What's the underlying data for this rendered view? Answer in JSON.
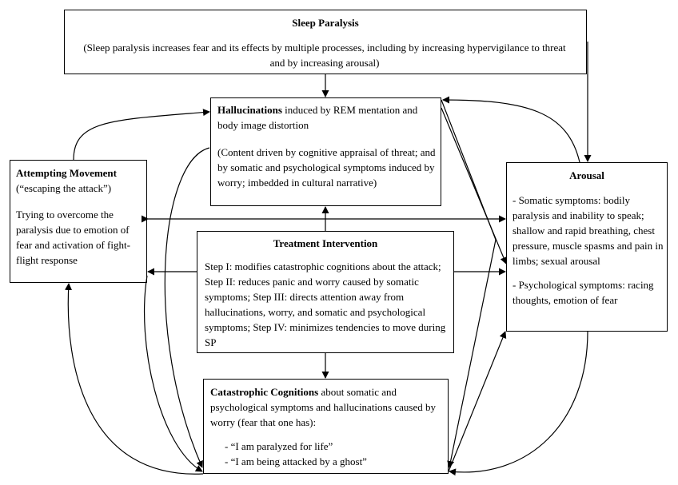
{
  "sleep_paralysis": {
    "title": "Sleep Paralysis",
    "body": "(Sleep paralysis increases fear and its effects by multiple processes, including by increasing hypervigilance to threat and by increasing arousal)"
  },
  "hallucinations": {
    "title": "Hallucinations",
    "title_rest": " induced by REM mentation and body image distortion",
    "body": "(Content driven by cognitive appraisal of threat; and by somatic and psychological symptoms induced by worry; imbedded in cultural narrative)"
  },
  "attempting_movement": {
    "title": "Attempting Movement",
    "subtitle": "(“escaping the attack”)",
    "body": "Trying to overcome the paralysis due to emotion of fear and activation of fight-flight response"
  },
  "arousal": {
    "title": "Arousal",
    "somatic": "- Somatic symptoms: bodily paralysis and inability to speak; shallow and rapid breathing, chest pressure, muscle spasms and pain in limbs; sexual arousal",
    "psychological": "- Psychological symptoms: racing thoughts, emotion of fear"
  },
  "treatment": {
    "title": "Treatment Intervention",
    "body": "Step I: modifies catastrophic cognitions about the attack; Step II: reduces panic and worry caused by somatic symptoms; Step III: directs attention away from hallucinations, worry, and somatic and psychological symptoms; Step IV: minimizes tendencies to move during SP"
  },
  "catastrophic": {
    "title": "Catastrophic Cognitions",
    "title_rest": " about somatic and psychological symptoms and hallucinations caused by worry (fear that one has):",
    "item1": "- “I am paralyzed for life”",
    "item2": "- “I am being attacked by a ghost”"
  }
}
